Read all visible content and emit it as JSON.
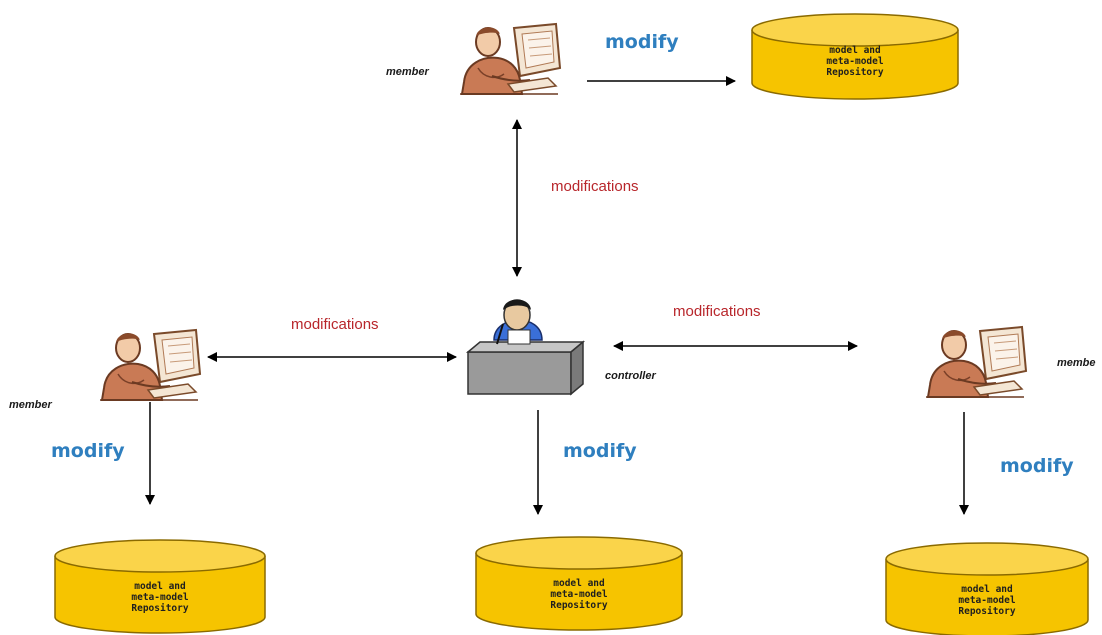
{
  "nodes": {
    "member_top": {
      "role": "member"
    },
    "member_left": {
      "role": "member"
    },
    "member_right": {
      "role": "membe"
    },
    "controller": {
      "role": "controller"
    }
  },
  "repository": {
    "line1": "model and",
    "line2": "meta-model",
    "line3": "Repository"
  },
  "edges": {
    "modify_label": "modify",
    "modifications_label": "modifications"
  },
  "colors": {
    "modify": "#2f7fbf",
    "modifications": "#b8262b",
    "repository_fill": "#f6c400",
    "repository_stroke": "#8a6a00"
  }
}
